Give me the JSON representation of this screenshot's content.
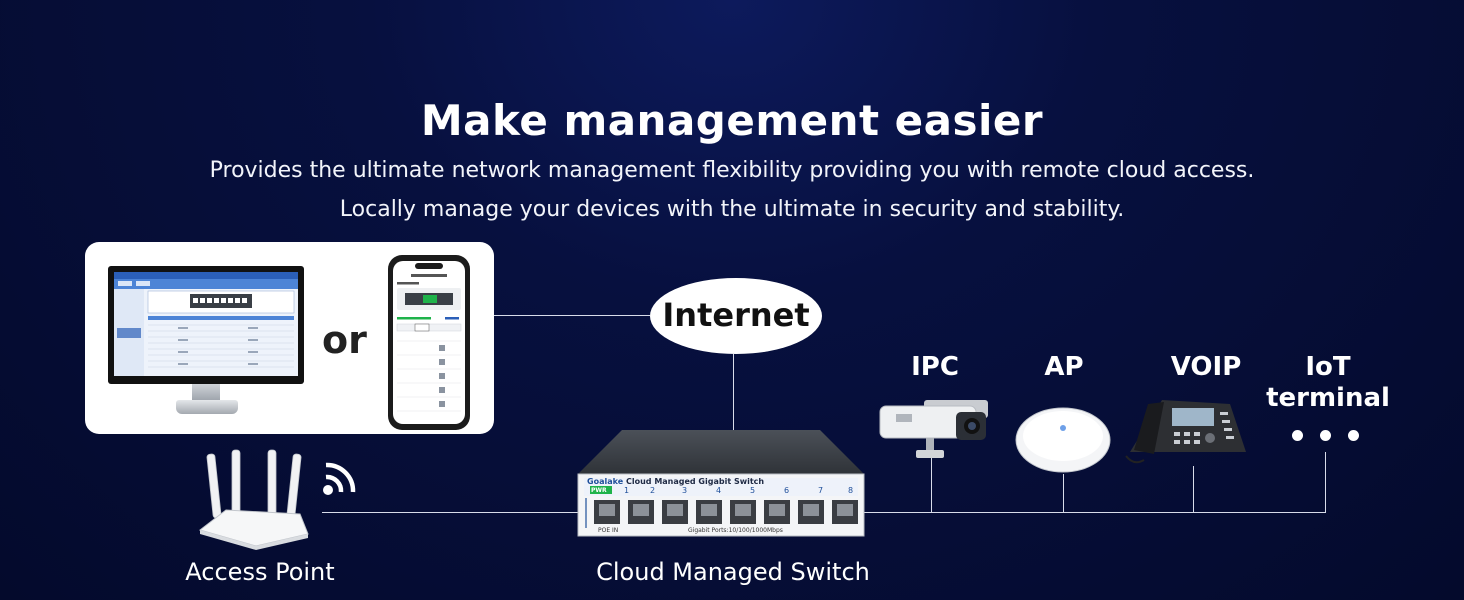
{
  "header": {
    "title": "Make management easier",
    "subtitle_line1": "Provides the ultimate network management flexibility providing you with remote cloud access.",
    "subtitle_line2": "Locally manage your devices with the ultimate in security and stability."
  },
  "control_panel": {
    "or_label": "or"
  },
  "cloud": {
    "label": "Internet"
  },
  "switch": {
    "label": "Cloud Managed Switch",
    "brand": "Goalake",
    "model_text": "Cloud Managed Gigabit Switch",
    "pwr_label": "PWR",
    "ports": [
      "1",
      "2",
      "3",
      "4",
      "5",
      "6",
      "7",
      "8"
    ],
    "poe_label": "POE IN",
    "ports_caption": "Gigabit Ports:10/100/1000Mbps"
  },
  "access_point": {
    "label": "Access Point"
  },
  "endpoints": {
    "ipc": "IPC",
    "ap": "AP",
    "voip": "VOIP",
    "iot_line1": "IoT",
    "iot_line2": "terminal"
  },
  "colors": {
    "background": "#040a2c",
    "line": "#d8dcea",
    "switch_label_blue": "#1f4f9a",
    "port_green": "#1fb34a"
  }
}
